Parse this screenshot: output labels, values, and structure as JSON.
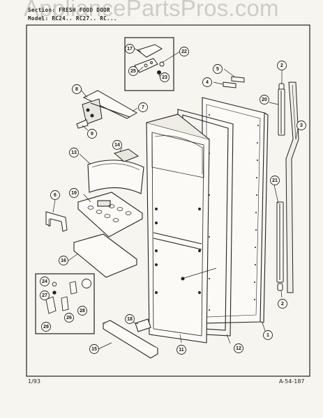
{
  "watermark": "AppliancePartsPros.com",
  "header": {
    "section_line": "Section:  FRESH FOOD DOOR",
    "model_line": "Model:  RC24..  RC27..  RC..."
  },
  "footer": {
    "date": "1/93",
    "drawing_number": "A-54-187"
  },
  "callouts": {
    "c1": "1",
    "c2a": "2",
    "c2b": "2",
    "c3": "3",
    "c4": "4",
    "c5": "5",
    "c6": "6",
    "c7": "7",
    "c8": "8",
    "c9": "9",
    "c11": "11",
    "c12": "12",
    "c13": "13",
    "c14": "14",
    "c15": "15",
    "c16": "16",
    "c17": "17",
    "c18": "18",
    "c19": "19",
    "c20": "20",
    "c21": "21",
    "c22": "22",
    "c23": "23",
    "c24": "24",
    "c25": "25",
    "c26": "26",
    "c27": "27",
    "c28": "28",
    "c29": "29"
  }
}
